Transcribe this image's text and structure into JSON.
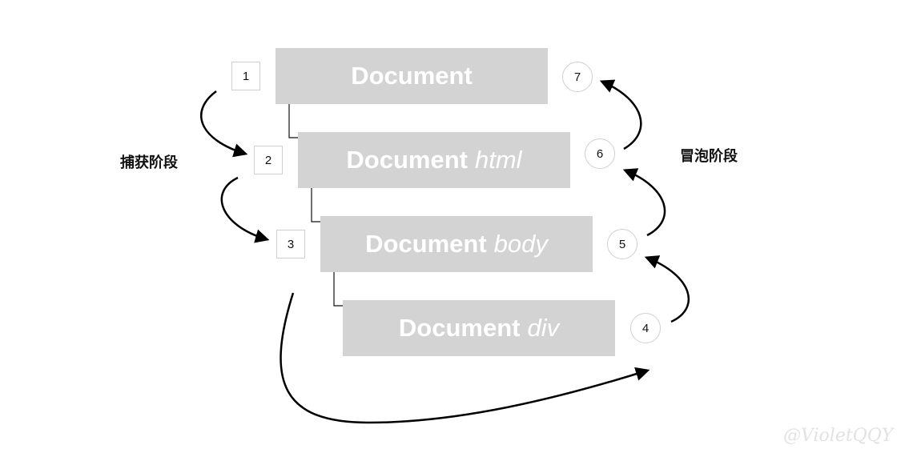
{
  "nodes": [
    {
      "name": "Document",
      "tag": ""
    },
    {
      "name": "Document",
      "tag": "html"
    },
    {
      "name": "Document",
      "tag": "body"
    },
    {
      "name": "Document",
      "tag": "div"
    }
  ],
  "capture_steps": [
    "1",
    "2",
    "3"
  ],
  "bubble_steps": [
    "4",
    "5",
    "6",
    "7"
  ],
  "capture_label": "捕获阶段",
  "bubble_label": "冒泡阶段",
  "watermark": "@VioletQQY"
}
